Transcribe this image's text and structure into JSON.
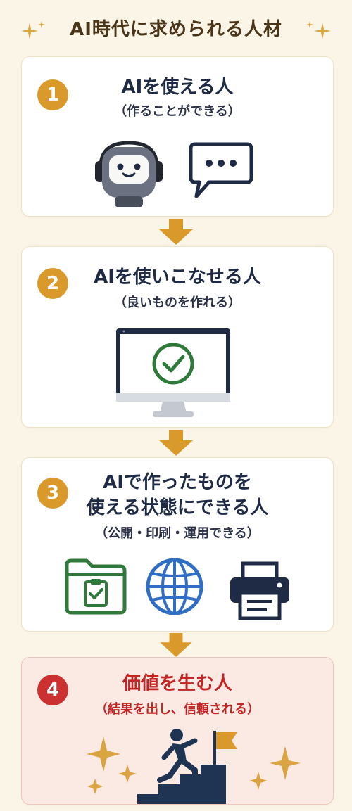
{
  "title": "AI時代に求められる人材",
  "colors": {
    "gold": "#d99a2b",
    "red": "#cc3131",
    "navy": "#1f2a44",
    "green": "#2f7a3a",
    "blue": "#2f6ec4",
    "background": "#fbf5e8"
  },
  "steps": [
    {
      "number": "1",
      "heading": "AIを使える人",
      "subtitle": "（作ることができる）",
      "icons": [
        "robot-icon",
        "speech-bubble-icon"
      ]
    },
    {
      "number": "2",
      "heading": "AIを使いこなせる人",
      "subtitle": "（良いものを作れる）",
      "icons": [
        "monitor-check-icon"
      ]
    },
    {
      "number": "3",
      "heading_line1": "AIで作ったものを",
      "heading_line2": "使える状態にできる人",
      "subtitle": "（公開・印刷・運用できる）",
      "icons": [
        "folder-check-icon",
        "globe-icon",
        "printer-icon"
      ]
    },
    {
      "number": "4",
      "heading": "価値を生む人",
      "subtitle": "（結果を出し、信頼される）",
      "icons": [
        "climbing-stairs-flag-icon",
        "sparkle-icon"
      ]
    }
  ]
}
